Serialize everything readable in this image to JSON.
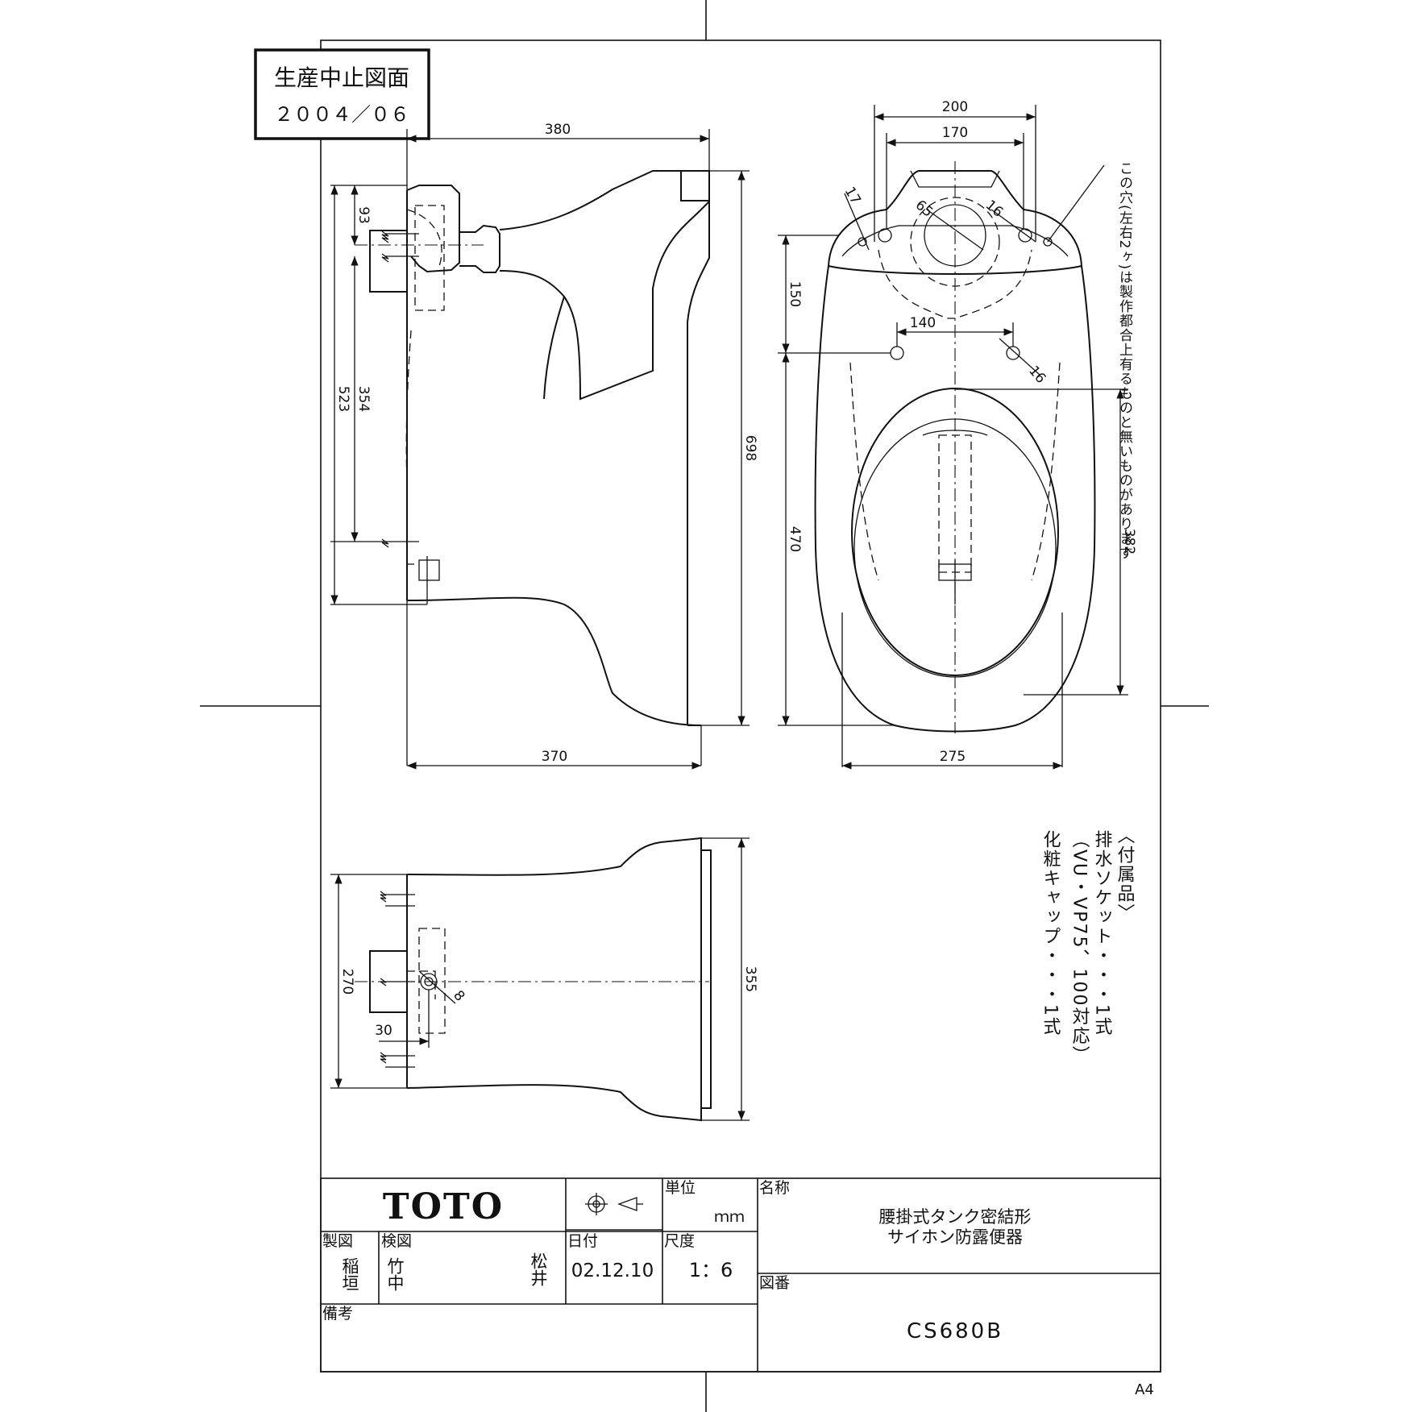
{
  "stamp": {
    "line1": "生産中止図面",
    "line2": "２００４／０６"
  },
  "dimensions": {
    "side_top_width": "380",
    "side_bottom_width": "370",
    "side_total_height": "698",
    "side_93": "93",
    "side_523": "523",
    "side_354": "354",
    "front_200": "200",
    "front_170": "170",
    "front_17": "17",
    "front_65": "65",
    "front_16a": "16",
    "front_150": "150",
    "front_140": "140",
    "front_16b": "16",
    "front_470": "470",
    "front_382": "382",
    "front_275": "275",
    "bottom_270": "270",
    "bottom_30": "30",
    "bottom_8": "8",
    "bottom_355": "355"
  },
  "side_note": "この穴(左右2ヶ)は製作都合上有るものと無いものがあります",
  "accessories": {
    "heading": "〈付属品〉",
    "line1": "排水ソケット・・・1式",
    "line2": "（VU・VP75、100対応）",
    "line3": "化粧キャップ・・・1式"
  },
  "title_block": {
    "logo": "TOTO",
    "unit_label": "単位",
    "unit_value": "ｍｍ",
    "name_label": "名称",
    "name_line1": "腰掛式タンク密結形",
    "name_line2": "サイホン防露便器",
    "drafted_label": "製図",
    "drafted_value": "稲垣",
    "checked_label": "検図",
    "checked_value1": "竹中",
    "checked_value2": "松井",
    "date_label": "日付",
    "date_value": "02.12.10",
    "scale_label": "尺度",
    "scale_value": "1：6",
    "drawing_no_label": "図番",
    "drawing_no_value": "CS680B",
    "remarks_label": "備考"
  },
  "paper_size": "A4"
}
